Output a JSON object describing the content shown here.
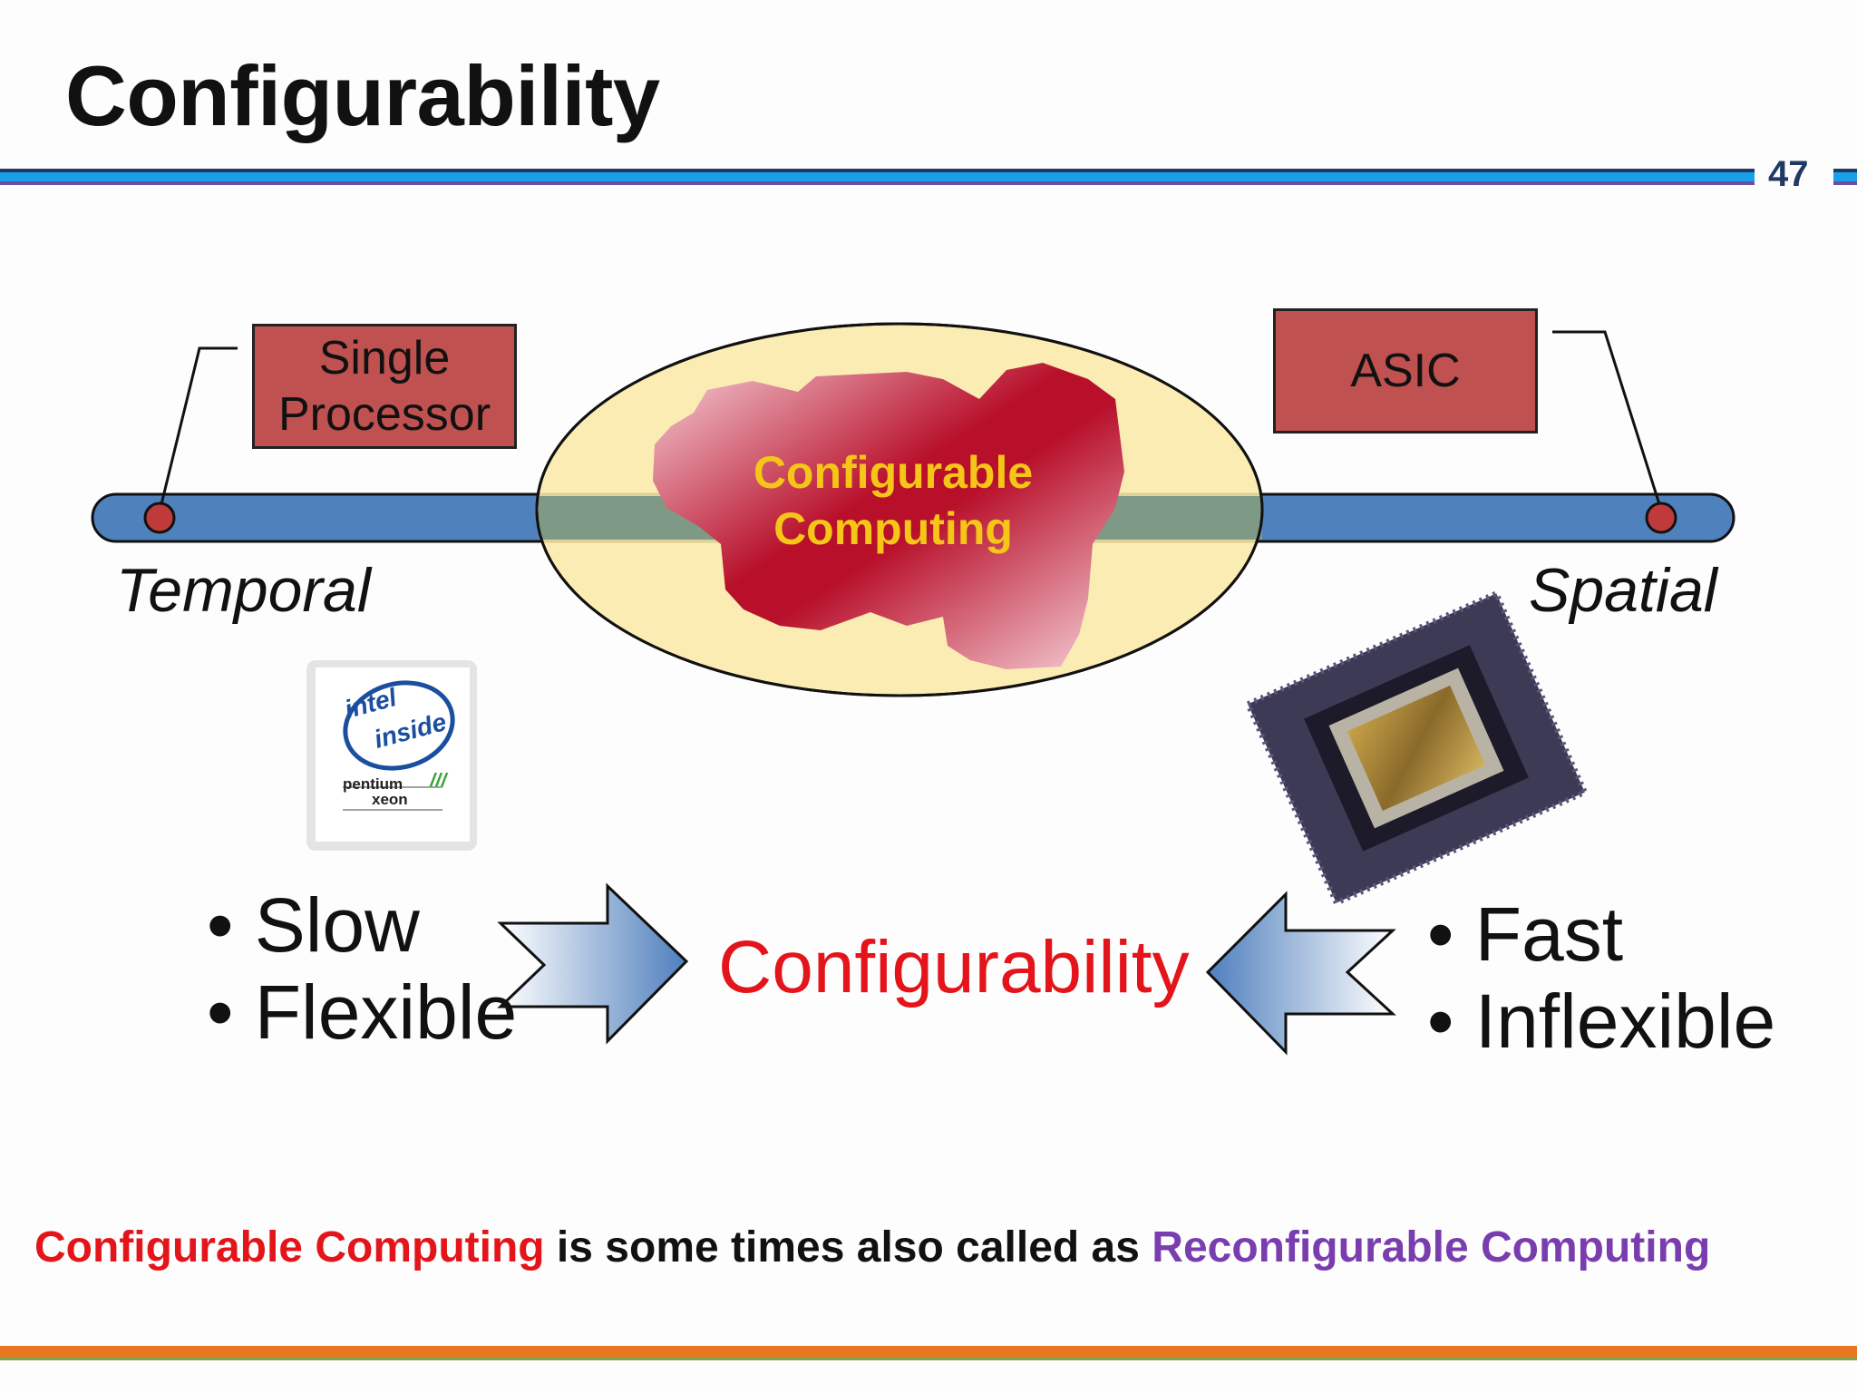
{
  "slide": {
    "title": "Configurability",
    "page_number": "47",
    "left_box": [
      "Single",
      "Processor"
    ],
    "right_box": "ASIC",
    "cloud_label": [
      "Configurable",
      "Computing"
    ],
    "left_end": "Temporal",
    "right_end": "Spatial",
    "left_bullets": [
      "• Slow",
      "• Flexible"
    ],
    "right_bullets": [
      "• Fast",
      "• Inflexible"
    ],
    "center_label": "Configurability",
    "footnote": {
      "part1": "Configurable Computing",
      "part2": " is some times also called as ",
      "part3": "Reconfigurable Computing"
    },
    "logo": {
      "brand_top": "intel",
      "brand_bottom": "inside",
      "product_line1": "pentium",
      "product_accent": "///",
      "product_line2": "xeon"
    }
  },
  "colors": {
    "accent_blue": "#1aa0e8",
    "box_red": "#bf5150",
    "bar_blue": "#4f81bd",
    "ellipse_fill": "#fbe9a8",
    "footnote_red": "#e3141a",
    "footnote_purple": "#7a3db0",
    "bottom_rule": "#e87722"
  },
  "icons": {
    "left_image": "intel-inside-pentium-logo",
    "right_image": "cpu-chip-package",
    "left_arrow": "arrow-right-icon",
    "right_arrow": "arrow-left-icon"
  }
}
